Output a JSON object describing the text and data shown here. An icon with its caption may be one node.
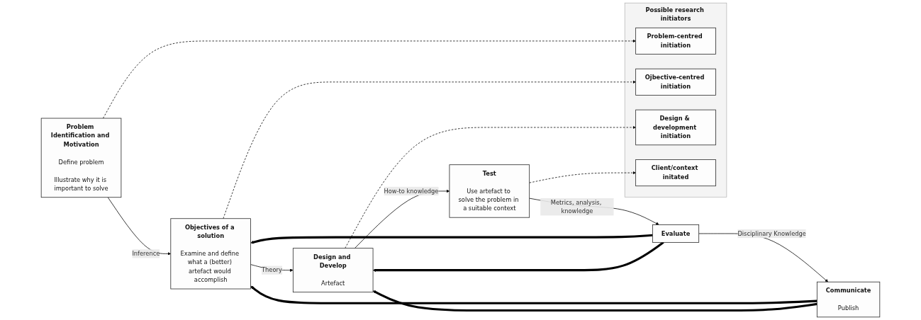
{
  "diagram": {
    "nodes": [
      {
        "text": [
          "Problem Identification and Motivation",
          "Define problem",
          "Illustrate why it is important to solve"
        ]
      },
      {
        "text": [
          "Objectives of a solution",
          "Examine and define what a (better) artefact would accomplish"
        ]
      },
      {
        "text": [
          "Design and Develop",
          "Artefact"
        ]
      },
      {
        "text": [
          "Test",
          "Use artefact to solve the problem in a suitable context"
        ]
      },
      {
        "text": [
          "Evaluate"
        ]
      },
      {
        "text": [
          "Communicate",
          "Publish"
        ]
      },
      {
        "text": [
          "Possible research initiators"
        ]
      },
      {
        "text": [
          "Problem-centred initiation"
        ],
        "in": 6
      },
      {
        "text": [
          "Ojbective-centred initiation"
        ],
        "in": 6
      },
      {
        "text": [
          "Design & development initiation"
        ],
        "in": 6
      },
      {
        "text": [
          "Client/context initated"
        ],
        "in": 6
      }
    ],
    "edges": [
      {
        "from": 0,
        "to": 1,
        "arrow": "to",
        "label": "Inference"
      },
      {
        "from": 1,
        "to": 2,
        "arrow": "to",
        "label": "Theory"
      },
      {
        "from": 2,
        "to": 3,
        "arrow": "to",
        "label": "How-to knowledge"
      },
      {
        "from": 3,
        "to": 4,
        "arrow": "to",
        "label": "Metrics, analysis, knowledge"
      },
      {
        "from": 4,
        "to": 5,
        "arrow": "to",
        "label": "Disciplinary Knowledge"
      },
      {
        "from": 4,
        "to": 1,
        "arrow": "to",
        "style": "thick"
      },
      {
        "from": 4,
        "to": 2,
        "arrow": "to",
        "style": "thick"
      },
      {
        "from": 5,
        "to": 1,
        "arrow": "to",
        "style": "thick"
      },
      {
        "from": 5,
        "to": 2,
        "arrow": "to",
        "style": "thick"
      },
      {
        "from": 0,
        "to": 7,
        "arrow": "to",
        "style": "dashed"
      },
      {
        "from": 1,
        "to": 8,
        "arrow": "to",
        "style": "dashed"
      },
      {
        "from": 2,
        "to": 9,
        "arrow": "to",
        "style": "dashed"
      },
      {
        "from": 3,
        "to": 10,
        "arrow": "to",
        "style": "dashed"
      }
    ]
  }
}
